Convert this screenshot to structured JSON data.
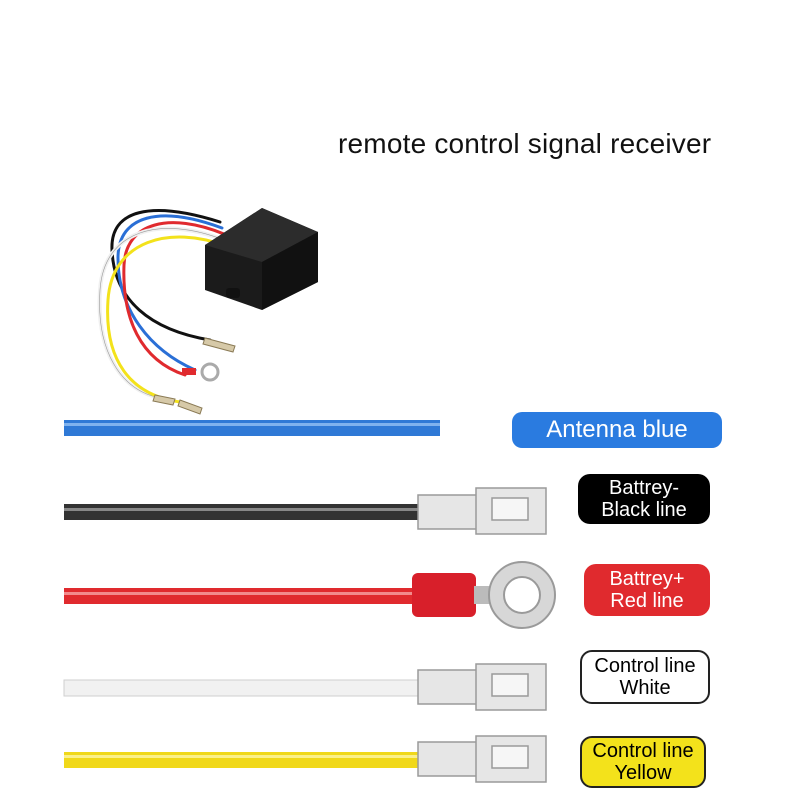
{
  "title": "remote control signal receiver",
  "labels": {
    "antenna": "Antenna blue",
    "black": [
      "Battrey-",
      "Black line"
    ],
    "red": [
      "Battrey+",
      "Red line"
    ],
    "white": [
      "Control line",
      "White"
    ],
    "yellow": [
      "Control line",
      "Yellow"
    ]
  },
  "colors": {
    "antenna": "#2a7be0",
    "black": "#000000",
    "red": "#e02a2e",
    "white": "#ffffff",
    "yellow": "#f3e21b"
  }
}
